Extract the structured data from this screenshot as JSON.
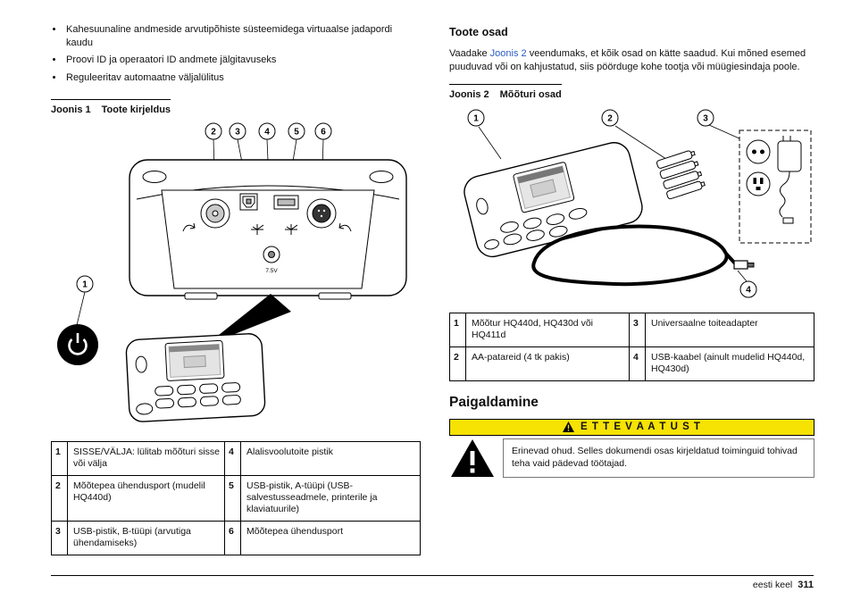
{
  "colors": {
    "link_blue": "#2A5CC5",
    "caution_yellow": "#F6E203",
    "line_black": "#000000"
  },
  "footer": {
    "language_label": "eesti keel",
    "page_number": "311"
  },
  "left_column": {
    "bullets": [
      "Kahesuunaline andmeside arvutipõhiste süsteemidega virtuaalse jadapordi kaudu",
      "Proovi ID ja operaatori ID andmete jälgitavuseks",
      "Reguleeritav automaatne väljalülitus"
    ],
    "figure1": {
      "caption_label": "Joonis 1",
      "caption_title": "Toote kirjeldus",
      "callouts": [
        "1",
        "2",
        "3",
        "4",
        "5",
        "6"
      ],
      "power_jack_label": "7.5V"
    },
    "table1": {
      "rows": [
        {
          "n1": "1",
          "t1": "SISSE/VÄLJA: lülitab mõõturi sisse või välja",
          "n2": "4",
          "t2": "Alalisvoolutoite pistik"
        },
        {
          "n1": "2",
          "t1": "Mõõtepea ühendusport (mudelil HQ440d)",
          "n2": "5",
          "t2": "USB-pistik, A-tüüpi (USB-salvestusseadmele, printerile ja klaviatuurile)"
        },
        {
          "n1": "3",
          "t1": "USB-pistik, B-tüüpi (arvutiga ühendamiseks)",
          "n2": "6",
          "t2": "Mõõtepea ühendusport"
        }
      ]
    }
  },
  "right_column": {
    "section1_title": "Toote osad",
    "intro": {
      "before_link": "Vaadake ",
      "link_text": "Joonis 2",
      "after_link": " veendumaks, et kõik osad on kätte saadud. Kui mõned esemed puuduvad või on kahjustatud, siis pöörduge kohe tootja või müügiesindaja poole."
    },
    "figure2": {
      "caption_label": "Joonis 2",
      "caption_title": "Mõõturi osad",
      "callouts": [
        "1",
        "2",
        "3",
        "4"
      ]
    },
    "table2": {
      "rows": [
        {
          "n1": "1",
          "t1": "Mõõtur HQ440d, HQ430d või HQ411d",
          "n2": "3",
          "t2": "Universaalne toiteadapter"
        },
        {
          "n1": "2",
          "t1": "AA-patareid (4 tk pakis)",
          "n2": "4",
          "t2": "USB-kaabel (ainult mudelid HQ440d, HQ430d)"
        }
      ]
    },
    "section2_title": "Paigaldamine",
    "caution": {
      "header": "E T T E V A A T U S T",
      "body": "Erinevad ohud. Selles dokumendi osas kirjeldatud toiminguid tohivad teha vaid pädevad töötajad."
    }
  }
}
